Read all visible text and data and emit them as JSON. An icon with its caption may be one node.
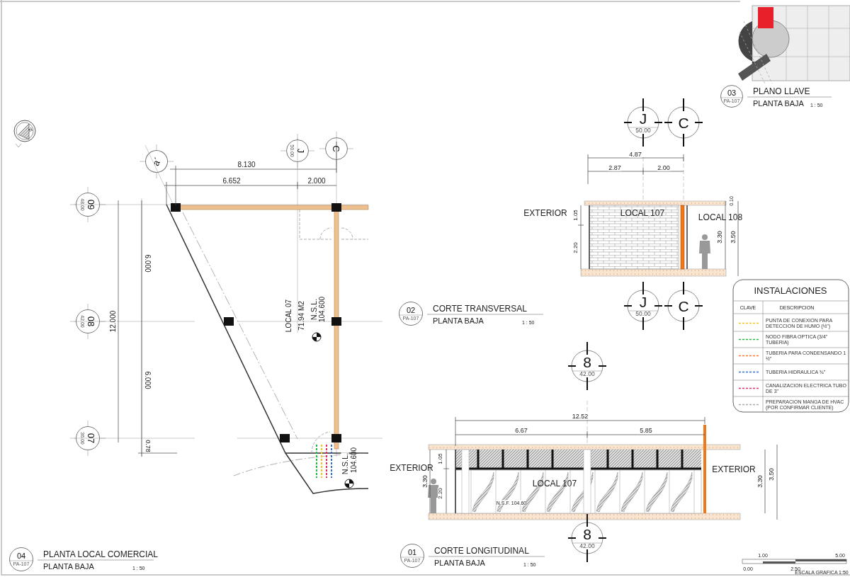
{
  "diagram": {
    "nodes": [
      {
        "text": [
          "a´"
        ]
      },
      {
        "text": [
          "J",
          "50.00"
        ]
      },
      {
        "text": [
          "C"
        ]
      },
      {
        "text": [
          "09",
          "48.00"
        ]
      },
      {
        "text": [
          "08",
          "42.00"
        ]
      },
      {
        "text": [
          "07",
          "36.00"
        ]
      },
      {
        "text": [
          "04",
          "PA-107"
        ],
        "beside": [
          "PLANTA LOCAL COMERCIAL",
          "PLANTA BAJA",
          "1 : 50"
        ]
      },
      {
        "text": [
          "03",
          "PA-107"
        ],
        "beside": [
          "PLANO LLAVE",
          "PLANTA BAJA",
          "1 : 50"
        ]
      },
      {
        "text": [
          "J",
          "50.00"
        ]
      },
      {
        "text": [
          "C"
        ]
      },
      {
        "text": [
          "J",
          "50.00"
        ]
      },
      {
        "text": [
          "C"
        ]
      },
      {
        "text": [
          "02",
          "PA-107"
        ],
        "beside": [
          "CORTE TRANSVERSAL",
          "PLANTA BAJA",
          "1 : 50"
        ]
      },
      {
        "text": [
          "8",
          "42.00"
        ]
      },
      {
        "text": [
          "8",
          "42.00"
        ]
      },
      {
        "text": [
          "01",
          "PA-107"
        ],
        "beside": [
          "CORTE LONGITUDINAL",
          "PLANTA BAJA",
          "1 : 50"
        ]
      }
    ],
    "labels": [
      "N",
      "8.130",
      "6.652",
      "2.000",
      "6.000",
      "12.000",
      "6.000",
      "0.78",
      "LOCAL 07",
      "71.94 M2",
      "N.S.L.",
      "104.600",
      "N.S.L.",
      "104.600",
      "4.87",
      "2.87",
      "2.00",
      "EXTERIOR",
      "LOCAL 107",
      "LOCAL 108",
      "0.10",
      "1.05",
      "2.20",
      "3.30",
      "3.50",
      "INSTALACIONES",
      "CLAVE",
      "DESCRIPCION",
      "12.52",
      "6.67",
      "5.85",
      "EXTERIOR",
      "1.05",
      "3.30",
      "2.20",
      "LOCAL 107",
      "N.S.F. 104.60",
      "EXTERIOR",
      "3.30",
      "3.50",
      "1.00",
      "5.00",
      "0.00",
      "2.50",
      "ESCALA GRAFICA 1:50"
    ],
    "legend": [
      {
        "text": "PUNTA DE CONEXION PARA DETECCION DE HUMO (½\")"
      },
      {
        "text": "NODO FIBRA OPTICA (3/4\" TUBERIA)"
      },
      {
        "text": "TUBERIA PARA CONDENSANDO 1 ½\""
      },
      {
        "text": "TUBERIA HIDRAULICA ¾\""
      },
      {
        "text": "CANALIZACION ELECTRICA TUBO DE 3\""
      },
      {
        "text": "PREPARACION MANGA DE HVAC (POR CONFIRMAR CLIENTE)"
      }
    ]
  }
}
